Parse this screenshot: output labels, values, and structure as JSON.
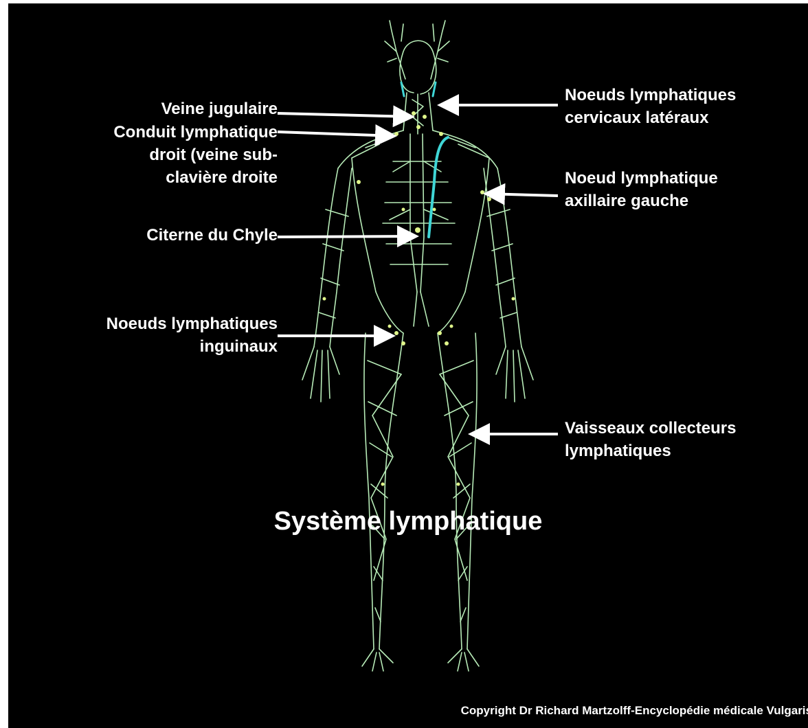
{
  "diagram": {
    "title": "Système lymphatique",
    "copyright": "Copyright Dr Richard Martzolff-Encyclopédie médicale Vulgaris",
    "labels": [
      {
        "id": "veine-jugulaire",
        "lines": [
          "Veine jugulaire"
        ]
      },
      {
        "id": "conduit-lymphatique-droit",
        "lines": [
          "Conduit lymphatique",
          "droit (veine sub-",
          "clavière  droite"
        ]
      },
      {
        "id": "citerne-du-chyle",
        "lines": [
          "Citerne du Chyle"
        ]
      },
      {
        "id": "noeuds-lymphatiques-inguinaux",
        "lines": [
          "Noeuds lymphatiques",
          "inguinaux"
        ]
      },
      {
        "id": "noeuds-lymphatiques-cervicaux-lateraux",
        "lines": [
          "Noeuds lymphatiques",
          "cervicaux latéraux"
        ]
      },
      {
        "id": "noeud-lymphatique-axillaire-gauche",
        "lines": [
          "Noeud lymphatique",
          "axillaire gauche"
        ]
      },
      {
        "id": "vaisseaux-collecteurs-lymphatiques",
        "lines": [
          "Vaisseaux collecteurs",
          "lymphatiques"
        ]
      }
    ]
  },
  "colors": {
    "background": "#000000",
    "vessels": "#b8ecb8",
    "nodes": "#dff58a",
    "duct": "#3fd6d6",
    "text": "#ffffff",
    "arrows": "#ffffff"
  }
}
